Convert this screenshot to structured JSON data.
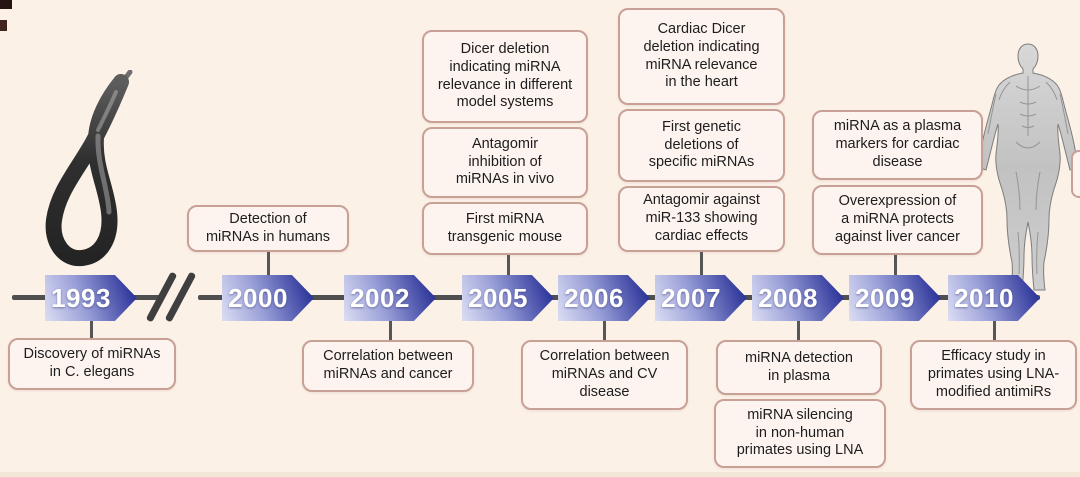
{
  "page": {
    "background": "#fbf1e6"
  },
  "timeline": {
    "line_color": "#4f4f4f",
    "arrow_gradient_start": "#dcdef3",
    "arrow_gradient_end": "#2f379b",
    "break_icon": "double-slash-break",
    "years": [
      {
        "label": "1993"
      },
      {
        "label": "2000"
      },
      {
        "label": "2002"
      },
      {
        "label": "2005"
      },
      {
        "label": "2006"
      },
      {
        "label": "2007"
      },
      {
        "label": "2008"
      },
      {
        "label": "2009"
      },
      {
        "label": "2010"
      }
    ]
  },
  "milestones": {
    "above": {
      "y2000_detection": {
        "lines": [
          "Detection of",
          "miRNAs in humans"
        ]
      },
      "y2005_dicer": {
        "lines": [
          "Dicer deletion",
          "indicating miRNA",
          "relevance in different",
          "model systems"
        ]
      },
      "y2005_antagomir": {
        "lines": [
          "Antagomir",
          "inhibition of",
          "miRNAs in vivo"
        ]
      },
      "y2005_transgenic": {
        "lines": [
          "First miRNA",
          "transgenic mouse"
        ]
      },
      "y2007_cardiac_dicer": {
        "lines": [
          "Cardiac Dicer",
          "deletion indicating",
          "miRNA relevance",
          "in the heart"
        ]
      },
      "y2007_genetic_deletions": {
        "lines": [
          "First genetic",
          "deletions of",
          "specific miRNAs"
        ]
      },
      "y2007_antagomir_mir133": {
        "lines": [
          "Antagomir against",
          "miR-133 showing",
          "cardiac effects"
        ]
      },
      "y2009_plasma_markers": {
        "lines": [
          "miRNA as a plasma",
          "markers for cardiac",
          "disease"
        ]
      },
      "y2009_overexpression": {
        "lines": [
          "Overexpression of",
          "a miRNA protects",
          "against liver cancer"
        ]
      }
    },
    "below": {
      "y1993_discovery": {
        "lines": [
          "Discovery of miRNAs",
          "in C. elegans"
        ]
      },
      "y2002_cancer": {
        "lines": [
          "Correlation between",
          "miRNAs and cancer"
        ]
      },
      "y2006_cv": {
        "lines": [
          "Correlation between",
          "miRNAs and CV",
          "disease"
        ]
      },
      "y2008_detection": {
        "lines": [
          "miRNA detection",
          "in plasma"
        ]
      },
      "y2008_silencing": {
        "lines": [
          "miRNA silencing",
          "in non-human",
          "primates using LNA"
        ]
      },
      "y2010_efficacy": {
        "lines": [
          "Efficacy study in",
          "primates using LNA-",
          "modified antimiRs"
        ]
      }
    }
  },
  "illustrations": {
    "left": "c-elegans-worm-micrograph",
    "right": "human-muscular-anatomy-figure"
  },
  "colors": {
    "box_fill": "#fdf4f0",
    "box_border": "#c8a096",
    "box_text": "#1d1d1d",
    "year_text": "#ffffff"
  }
}
